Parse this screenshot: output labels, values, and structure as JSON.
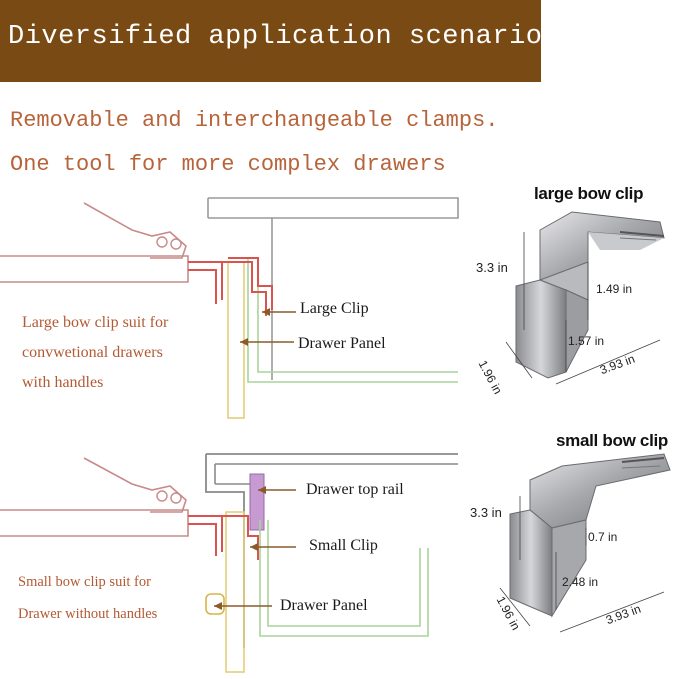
{
  "banner": {
    "title": "Diversified application scenarios",
    "color": "#7a4a14"
  },
  "subtitles": {
    "line1": "Removable and interchangeable clamps.",
    "line2": "One tool for more complex drawers"
  },
  "large_section": {
    "description": [
      "Large bow clip suit for",
      "convwetional drawers",
      "with handles"
    ],
    "labels": {
      "clip": "Large Clip",
      "panel": "Drawer Panel"
    },
    "product": {
      "title": "large bow clip",
      "dims": {
        "height": "3.3 in",
        "upper": "1.49 in",
        "lower": "1.57 in",
        "width": "1.96 in",
        "length": "3.93 in"
      }
    }
  },
  "small_section": {
    "description": [
      "Small bow clip suit for",
      "Drawer without handles"
    ],
    "labels": {
      "rail": "Drawer top rail",
      "clip": "Small Clip",
      "panel": "Drawer Panel"
    },
    "product": {
      "title": "small bow clip",
      "dims": {
        "height": "3.3 in",
        "upper": "0.7 in",
        "lower": "2.48 in",
        "width": "1.96 in",
        "length": "3.93 in"
      }
    }
  },
  "colors": {
    "text_accent": "#b8643a",
    "clip_red": "#d9544f",
    "panel_yellow": "#e3cf7a",
    "drawer_green": "#a9d39a",
    "rail_purple": "#b37fc0"
  }
}
